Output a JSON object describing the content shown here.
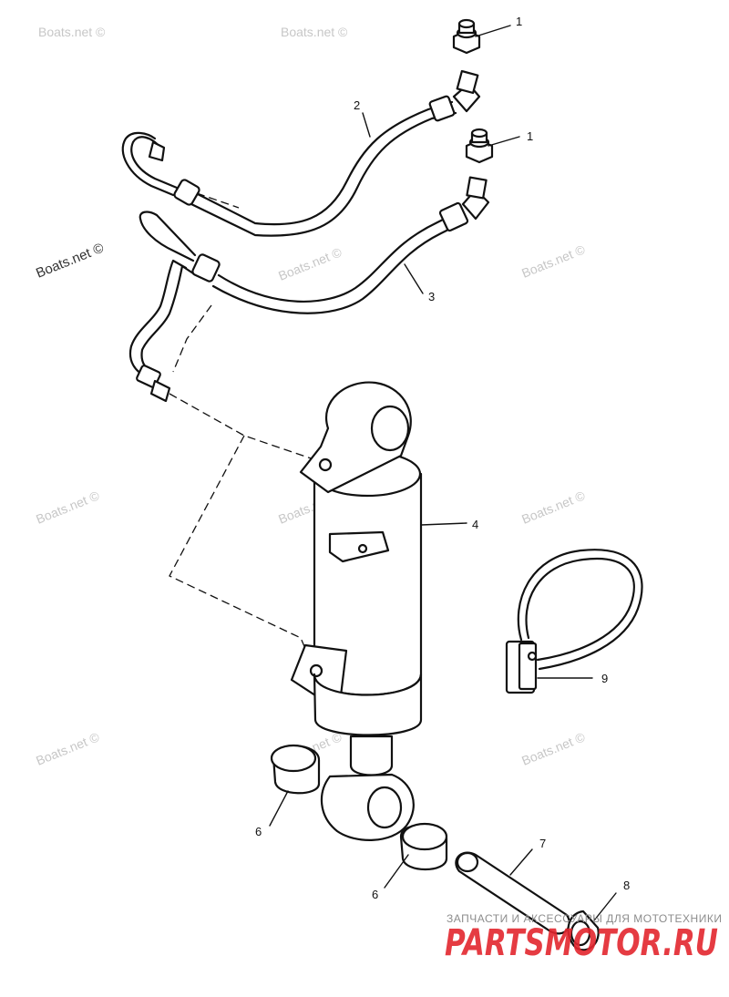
{
  "watermarks": [
    "Boats.net ©",
    "Boats.net ©",
    "Boats.net ©",
    "Boats.net ©",
    "Boats.net ©",
    "Boats.net ©",
    "Boats.net ©",
    "Boats.net ©",
    "Boats.net ©",
    "Boats.net ©",
    "Boats.net ©"
  ],
  "callouts": {
    "c1a": "1",
    "c1b": "1",
    "c2": "2",
    "c3": "3",
    "c4": "4",
    "c6a": "6",
    "c6b": "6",
    "c7": "7",
    "c8": "8",
    "c9": "9"
  },
  "footer": {
    "subtitle": "ЗАПЧАСТИ И АКСЕССУАРЫ ДЛЯ МОТОТЕХНИКИ",
    "brand": "PARTSMOTOR.RU"
  }
}
